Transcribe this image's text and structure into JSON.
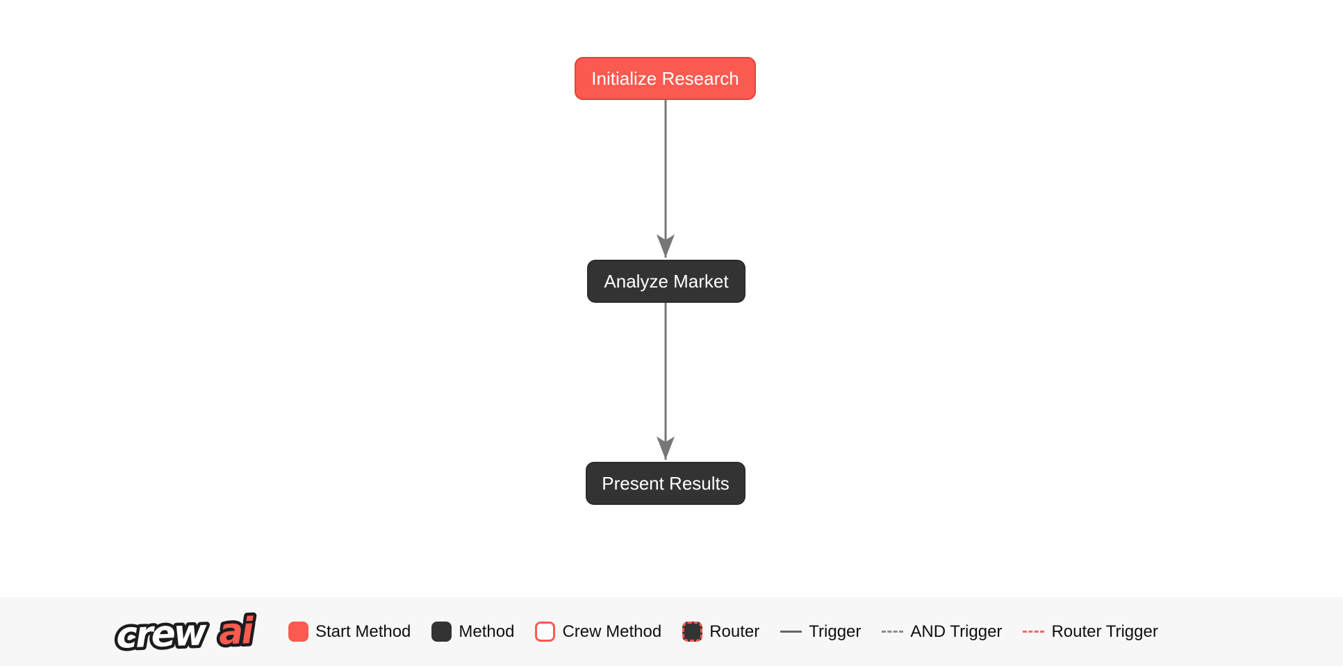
{
  "flow": {
    "nodes": [
      {
        "id": "initialize_research",
        "label": "Initialize Research",
        "type": "start-method"
      },
      {
        "id": "analyze_market",
        "label": "Analyze Market",
        "type": "method"
      },
      {
        "id": "present_results",
        "label": "Present Results",
        "type": "method"
      }
    ],
    "edges": [
      {
        "from": "initialize_research",
        "to": "analyze_market",
        "type": "trigger"
      },
      {
        "from": "analyze_market",
        "to": "present_results",
        "type": "trigger"
      }
    ]
  },
  "legend": {
    "brand_crew": "crew",
    "brand_ai": "ai",
    "items": [
      {
        "label": "Start Method",
        "swatch": "start-method-box"
      },
      {
        "label": "Method",
        "swatch": "method-box"
      },
      {
        "label": "Crew Method",
        "swatch": "crew-method-box"
      },
      {
        "label": "Router",
        "swatch": "router-box"
      },
      {
        "label": "Trigger",
        "swatch": "solid-line"
      },
      {
        "label": "AND Trigger",
        "swatch": "dashed-line"
      },
      {
        "label": "Router Trigger",
        "swatch": "dashed-red-line"
      }
    ]
  },
  "colors": {
    "start_method_bg": "#FB5A50",
    "start_method_border": "#E0443C",
    "method_bg": "#333333",
    "edge_gray": "#777777",
    "trigger_line": "#666666",
    "and_trigger_line": "#8A8A8A",
    "router_trigger_line": "#F4695F",
    "legend_bg": "#F7F7F8",
    "canvas_bg": "#FFFFFF",
    "node_text": "#FFFFFF",
    "legend_text": "#0F0F0F"
  }
}
